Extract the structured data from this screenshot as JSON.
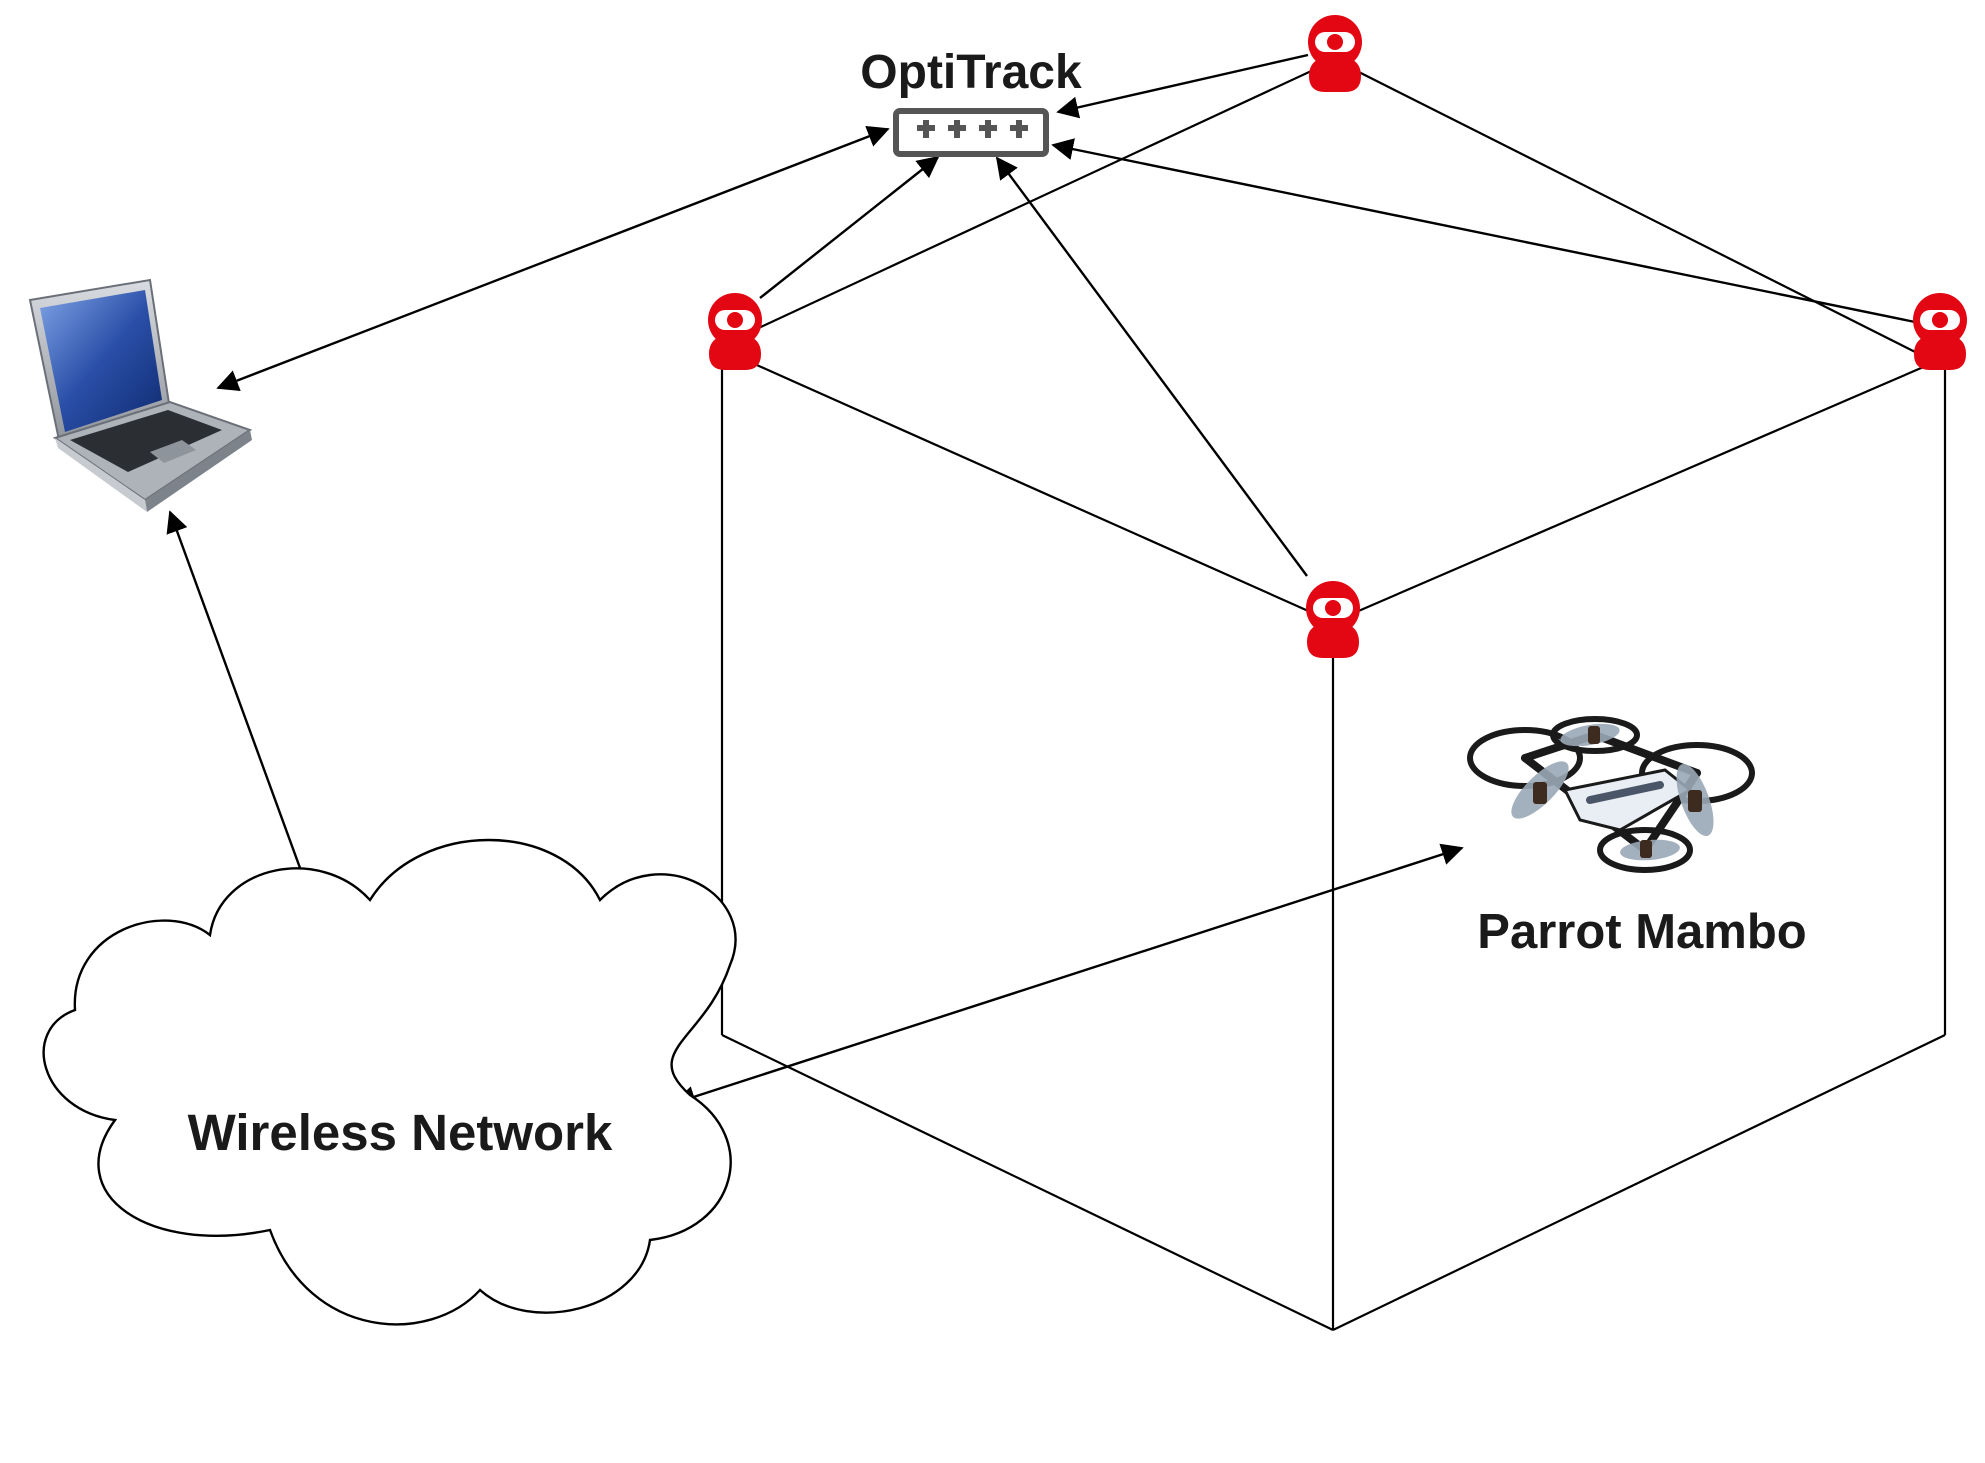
{
  "labels": {
    "optitrack": "OptiTrack",
    "drone": "Parrot Mambo",
    "network": "Wireless Network"
  },
  "colors": {
    "camera": "#e30613",
    "line": "#000000",
    "switch_border": "#555555",
    "laptop_frame": "#b8bcc2",
    "laptop_screen": "#2a4fa8"
  },
  "icons": {
    "cameras": [
      "camera-icon",
      "camera-icon",
      "camera-icon",
      "camera-icon"
    ],
    "hub": "network-switch-icon",
    "computer": "laptop-icon",
    "vehicle": "drone-icon",
    "cloud": "cloud-icon"
  }
}
